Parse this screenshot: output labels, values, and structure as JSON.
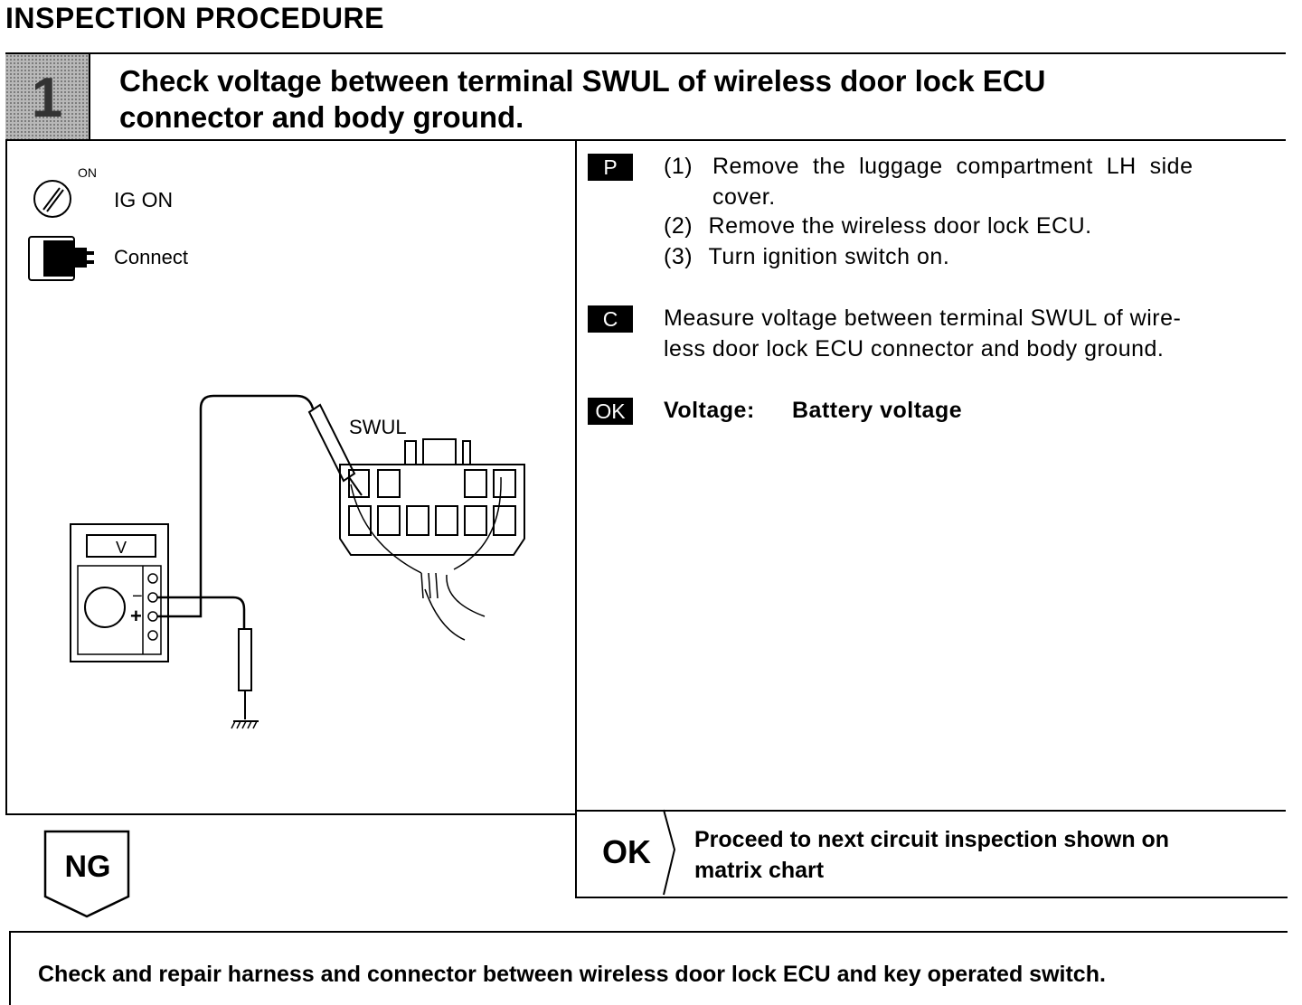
{
  "page": {
    "title": "INSPECTION PROCEDURE"
  },
  "step": {
    "number": "1",
    "title_line1": "Check voltage between terminal SWUL of wireless door lock ECU",
    "title_line2": "connector and body ground."
  },
  "legend": {
    "switch_label": "ON",
    "ig_on": "IG ON",
    "connect": "Connect"
  },
  "diagram": {
    "connector_label": "SWUL",
    "meter_display": "V",
    "minus_sign": "−",
    "plus_sign": "+"
  },
  "instructions": {
    "prep_badge": "P",
    "prep_steps": [
      {
        "num": "(1)",
        "line1": "Remove  the  luggage  compartment  LH  side",
        "line2": "cover."
      },
      {
        "num": "(2)",
        "line1": "Remove the wireless door lock ECU."
      },
      {
        "num": "(3)",
        "line1": "Turn ignition switch on."
      }
    ],
    "check_badge": "C",
    "check_line1": "Measure voltage between terminal SWUL of wire-",
    "check_line2": "less door lock ECU connector and body ground.",
    "ok_badge": "OK",
    "spec_label": "Voltage:",
    "spec_value": "Battery voltage"
  },
  "results": {
    "ng_label": "NG",
    "ok_label": "OK",
    "ok_line1": "Proceed to next circuit inspection shown on",
    "ok_line2": "matrix chart",
    "ng_action": "Check and repair harness and connector between wireless door lock ECU and key operated switch."
  }
}
